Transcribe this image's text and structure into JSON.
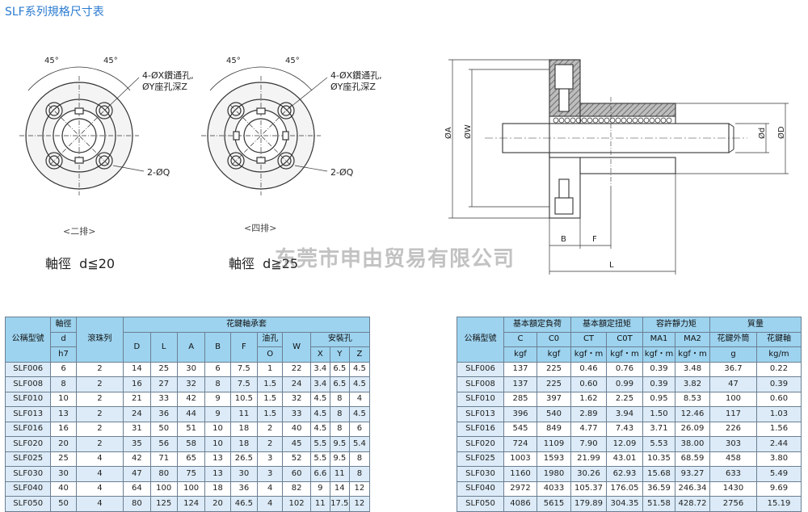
{
  "title": "SLF系列規格尺寸表",
  "diagram": {
    "angle_label": "45°",
    "hole_note_1": "4-ØX鑽通孔,",
    "hole_note_2": "ØY座孔深Z",
    "q_note": "2-ØQ",
    "caption_left": "<二排>",
    "caption_right": "<四排>",
    "shaft_left": "軸徑  d≦20",
    "shaft_right": "軸徑  d≧25",
    "dim_A": "ØA",
    "dim_W": "ØW",
    "dim_d": "Ød",
    "dim_D": "ØD",
    "dim_B": "B",
    "dim_F": "F",
    "dim_L": "L"
  },
  "watermark": "东莞市申由贸易有限公司",
  "table1": {
    "h_model": "公稱型號",
    "h_shaft": "軸徑",
    "h_rows": "滾珠列",
    "h_bearing": "花鍵軸承套",
    "h_d": "d",
    "h_h7": "h7",
    "h_D": "D",
    "h_L": "L",
    "h_A": "A",
    "h_B": "B",
    "h_F": "F",
    "h_oil": "油孔",
    "h_O": "O",
    "h_W": "W",
    "h_mount": "安裝孔",
    "h_X": "X",
    "h_Y": "Y",
    "h_Z": "Z",
    "rows": [
      [
        "SLF006",
        "6",
        "2",
        "14",
        "25",
        "30",
        "6",
        "7.5",
        "1",
        "22",
        "3.4",
        "6.5",
        "4.5"
      ],
      [
        "SLF008",
        "8",
        "2",
        "16",
        "27",
        "32",
        "8",
        "7.5",
        "1.5",
        "24",
        "3.4",
        "6.5",
        "4.5"
      ],
      [
        "SLF010",
        "10",
        "2",
        "21",
        "33",
        "42",
        "9",
        "10.5",
        "1.5",
        "32",
        "4.5",
        "8",
        "4"
      ],
      [
        "SLF013",
        "13",
        "2",
        "24",
        "36",
        "44",
        "9",
        "11",
        "1.5",
        "33",
        "4.5",
        "8",
        "4.5"
      ],
      [
        "SLF016",
        "16",
        "2",
        "31",
        "50",
        "51",
        "10",
        "18",
        "2",
        "40",
        "4.5",
        "8",
        "6"
      ],
      [
        "SLF020",
        "20",
        "2",
        "35",
        "56",
        "58",
        "10",
        "18",
        "2",
        "45",
        "5.5",
        "9.5",
        "5.4"
      ],
      [
        "SLF025",
        "25",
        "4",
        "42",
        "71",
        "65",
        "13",
        "26.5",
        "3",
        "52",
        "5.5",
        "9.5",
        "8"
      ],
      [
        "SLF030",
        "30",
        "4",
        "47",
        "80",
        "75",
        "13",
        "30",
        "3",
        "60",
        "6.6",
        "11",
        "8"
      ],
      [
        "SLF040",
        "40",
        "4",
        "64",
        "100",
        "100",
        "18",
        "36",
        "4",
        "82",
        "9",
        "14",
        "12"
      ],
      [
        "SLF050",
        "50",
        "4",
        "80",
        "125",
        "124",
        "20",
        "46.5",
        "4",
        "102",
        "11",
        "17.5",
        "12"
      ]
    ]
  },
  "table2": {
    "h_model": "公稱型號",
    "h_load": "基本額定負荷",
    "h_torque": "基本額定扭矩",
    "h_static": "容許靜力矩",
    "h_mass": "質量",
    "h_C": "C",
    "h_C0": "C0",
    "h_CT": "CT",
    "h_C0T": "C0T",
    "h_MA1": "MA1",
    "h_MA2": "MA2",
    "h_sleeve": "花鍵外筒",
    "h_shaftm": "花鍵軸",
    "u_kgf1": "kgf",
    "u_kgf2": "kgf",
    "u_kgfm1": "kgf・m",
    "u_kgfm2": "kgf・m",
    "u_kgfm3": "kgf・m",
    "u_kgfm4": "kgf・m",
    "u_g": "g",
    "u_kgm": "kg/m",
    "rows": [
      [
        "SLF006",
        "137",
        "225",
        "0.46",
        "0.76",
        "0.39",
        "3.48",
        "36.7",
        "0.22"
      ],
      [
        "SLF008",
        "137",
        "225",
        "0.60",
        "0.99",
        "0.39",
        "3.82",
        "47",
        "0.39"
      ],
      [
        "SLF010",
        "285",
        "397",
        "1.62",
        "2.25",
        "0.95",
        "8.53",
        "100",
        "0.60"
      ],
      [
        "SLF013",
        "396",
        "540",
        "2.89",
        "3.94",
        "1.50",
        "12.46",
        "117",
        "1.03"
      ],
      [
        "SLF016",
        "545",
        "849",
        "4.77",
        "7.43",
        "3.71",
        "26.09",
        "226",
        "1.56"
      ],
      [
        "SLF020",
        "724",
        "1109",
        "7.90",
        "12.09",
        "5.53",
        "38.00",
        "303",
        "2.44"
      ],
      [
        "SLF025",
        "1003",
        "1593",
        "21.99",
        "43.01",
        "10.35",
        "68.59",
        "458",
        "3.80"
      ],
      [
        "SLF030",
        "1160",
        "1980",
        "30.26",
        "62.93",
        "15.68",
        "93.27",
        "633",
        "5.49"
      ],
      [
        "SLF040",
        "2972",
        "4033",
        "105.37",
        "176.05",
        "36.59",
        "246.34",
        "1430",
        "9.69"
      ],
      [
        "SLF050",
        "4086",
        "5615",
        "179.89",
        "304.35",
        "51.58",
        "428.72",
        "2756",
        "15.19"
      ]
    ]
  }
}
